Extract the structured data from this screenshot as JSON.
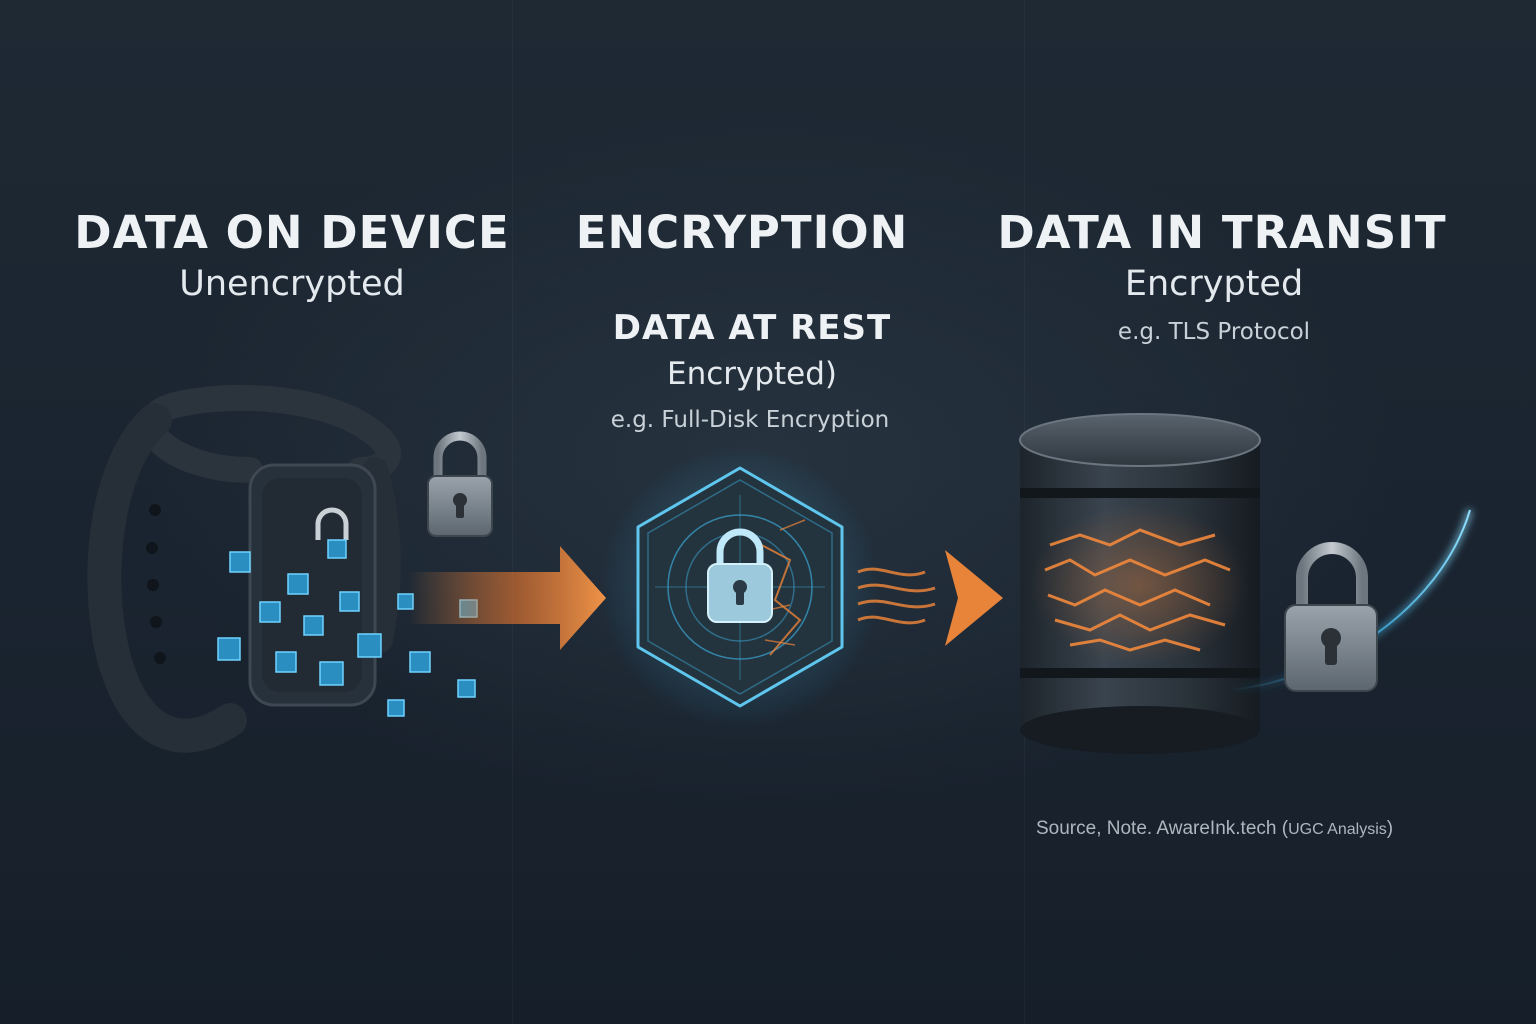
{
  "sections": {
    "device": {
      "title": "DATA ON DEVICE",
      "status": "Unencrypted"
    },
    "encryption": {
      "title": "ENCRYPTION",
      "rest_title": "DATA AT REST",
      "rest_status": "Encrypted)",
      "rest_example": "e.g. Full-Disk Encryption"
    },
    "transit": {
      "title": "DATA IN TRANSIT",
      "status": "Encrypted",
      "example": "e.g. TLS Protocol"
    }
  },
  "footer": {
    "source_main": "Source, Note. AwareInk.tech (",
    "source_small": "UGC Analysis",
    "source_end": ")"
  },
  "colors": {
    "background": "#1b2530",
    "accent_blue": "#3fb6e8",
    "accent_orange": "#e8833a",
    "text": "#eef2f5"
  },
  "icons": [
    "smartwatch-icon",
    "padlock-icon",
    "arrow-right-icon",
    "shield-hexagon-icon",
    "database-cylinder-icon"
  ]
}
